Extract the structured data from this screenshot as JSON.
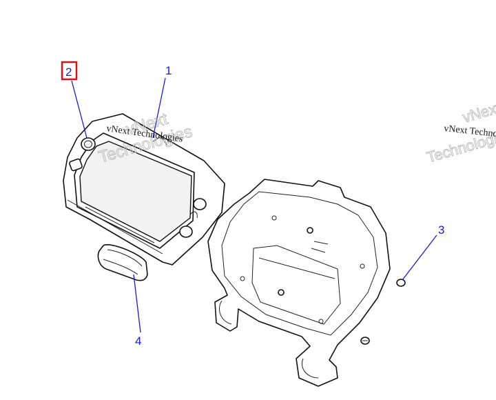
{
  "callouts": [
    {
      "number": "1",
      "highlighted": false
    },
    {
      "number": "2",
      "highlighted": true
    },
    {
      "number": "3",
      "highlighted": false
    },
    {
      "number": "4",
      "highlighted": false
    }
  ],
  "watermark": {
    "company": "vNext Technologies",
    "word_top": "vNext",
    "word_bottom": "Technologies"
  },
  "colors": {
    "callout": "#1a1ad6",
    "highlight_box": "#e01010",
    "line_art": "#111111"
  }
}
